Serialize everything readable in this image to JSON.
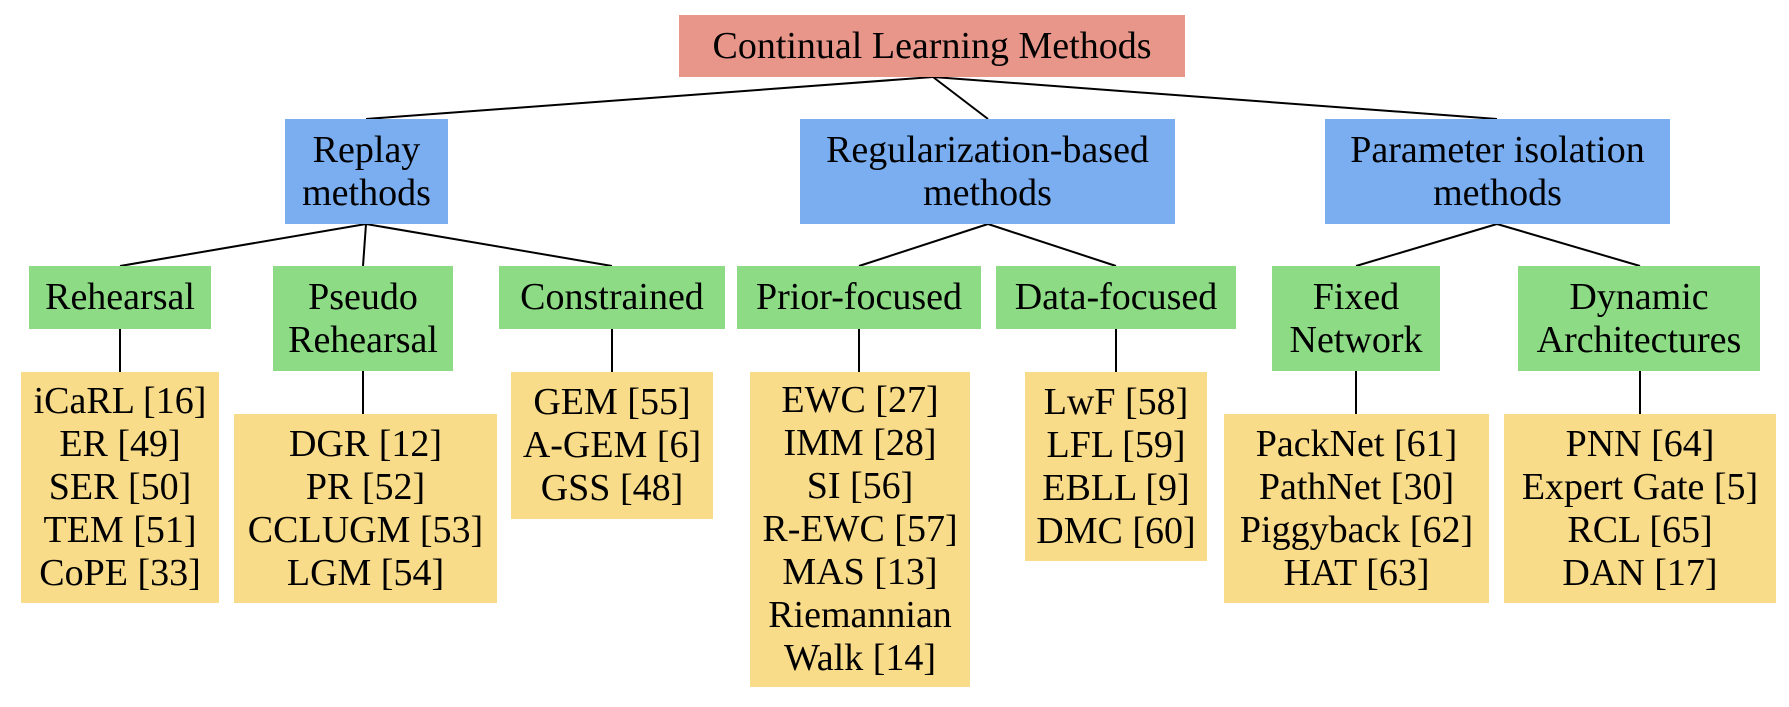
{
  "root": {
    "label": "Continual Learning Methods",
    "color": "#e8968a"
  },
  "categories": [
    {
      "lines": [
        "Replay",
        "methods"
      ]
    },
    {
      "lines": [
        "Regularization-based",
        "methods"
      ]
    },
    {
      "lines": [
        "Parameter isolation",
        "methods"
      ]
    }
  ],
  "subcategories": [
    {
      "lines": [
        "Rehearsal"
      ]
    },
    {
      "lines": [
        "Pseudo",
        "Rehearsal"
      ]
    },
    {
      "lines": [
        "Constrained"
      ]
    },
    {
      "lines": [
        "Prior-focused"
      ]
    },
    {
      "lines": [
        "Data-focused"
      ]
    },
    {
      "lines": [
        "Fixed",
        "Network"
      ]
    },
    {
      "lines": [
        "Dynamic",
        "Architectures"
      ]
    }
  ],
  "leaves": [
    {
      "items": [
        "iCaRL [16]",
        "ER [49]",
        "SER [50]",
        "TEM [51]",
        "CoPE [33]"
      ]
    },
    {
      "items": [
        "DGR [12]",
        "PR [52]",
        "CCLUGM [53]",
        "LGM [54]"
      ]
    },
    {
      "items": [
        "GEM [55]",
        "A-GEM [6]",
        "GSS [48]"
      ]
    },
    {
      "items": [
        "EWC [27]",
        "IMM [28]",
        "SI [56]",
        "R-EWC [57]",
        "MAS [13]",
        "Riemannian",
        "Walk [14]"
      ]
    },
    {
      "items": [
        "LwF [58]",
        "LFL [59]",
        "EBLL [9]",
        "DMC [60]"
      ]
    },
    {
      "items": [
        "PackNet [61]",
        "PathNet [30]",
        "Piggyback [62]",
        "HAT [63]"
      ]
    },
    {
      "items": [
        "PNN [64]",
        "Expert Gate [5]",
        "RCL [65]",
        "DAN [17]"
      ]
    }
  ],
  "colors": {
    "root": "#e8968a",
    "category": "#7aaef0",
    "subcategory": "#8ddb85",
    "leaf": "#f9dc8a"
  }
}
